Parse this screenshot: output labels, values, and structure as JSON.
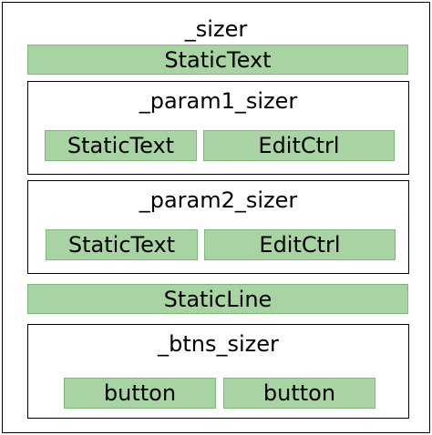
{
  "sizer": {
    "title": "_sizer",
    "static_text": "StaticText",
    "static_line": "StaticLine"
  },
  "param1_sizer": {
    "title": "_param1_sizer",
    "static_text": "StaticText",
    "edit_ctrl": "EditCtrl"
  },
  "param2_sizer": {
    "title": "_param2_sizer",
    "static_text": "StaticText",
    "edit_ctrl": "EditCtrl"
  },
  "btns_sizer": {
    "title": "_btns_sizer",
    "buttons": [
      "button",
      "button"
    ]
  },
  "colors": {
    "border": "#000000",
    "control_fill": "#a8d3a2",
    "control_border": "#7fb77a",
    "background": "#ffffff"
  }
}
